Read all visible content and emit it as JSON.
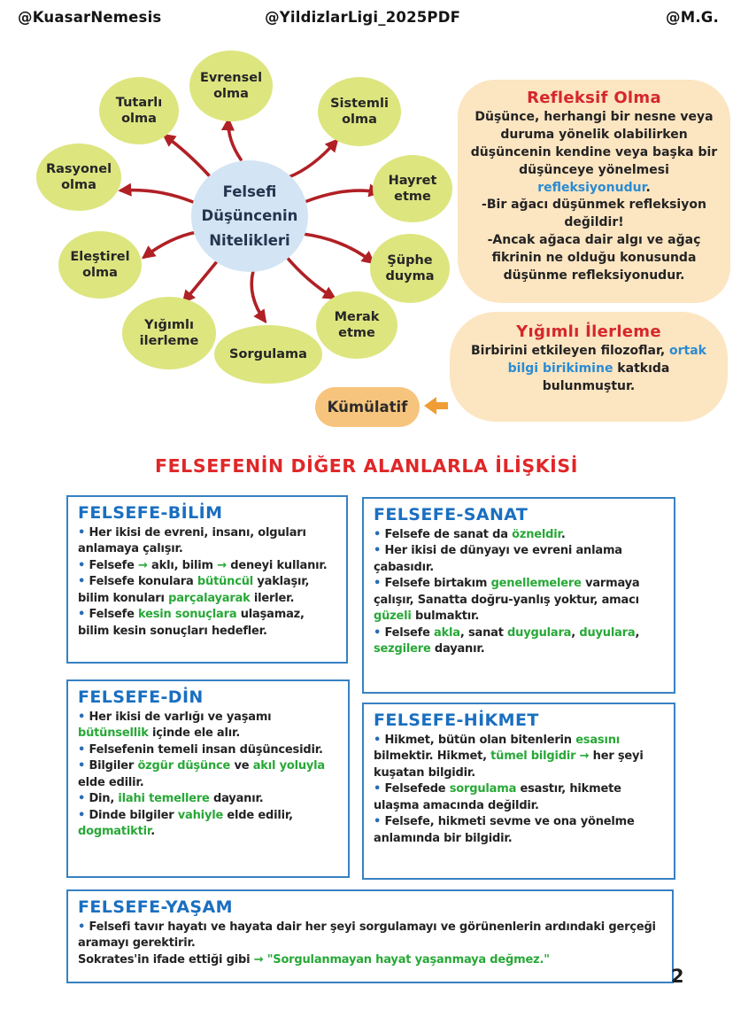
{
  "header": {
    "left": "@KuasarNemesis",
    "center": "@YildizlarLigi_2025PDF",
    "right": "@M.G."
  },
  "mindmap": {
    "center": "Felsefi\nDüşüncenin\nNitelikleri",
    "nodes": [
      "Tutarlı olma",
      "Evrensel olma",
      "Sistemli olma",
      "Rasyonel olma",
      "Hayret etme",
      "Eleştirel olma",
      "Şüphe duyma",
      "Yığımlı ilerleme",
      "Sorgulama",
      "Merak etme"
    ]
  },
  "callouts": [
    {
      "title": "Refleksif Olma",
      "body": [
        [
          {
            "t": "Düşünce, herhangi bir nesne veya duruma yönelik olabilirken düşüncenin kendine veya başka bir düşünceye yönelmesi "
          },
          {
            "t": "refleksiyonudur",
            "c": "b"
          },
          {
            "t": "."
          }
        ],
        [
          {
            "t": "-Bir ağacı düşünmek refleksiyon değildir!"
          }
        ],
        [
          {
            "t": "-Ancak ağaca dair algı ve ağaç fikrinin ne olduğu konusunda düşünme refleksiyonudur."
          }
        ]
      ]
    },
    {
      "title": "Yığımlı İlerleme",
      "body": [
        [
          {
            "t": "Birbirini etkileyen filozoflar, "
          },
          {
            "t": "ortak bilgi birikimine",
            "c": "b"
          },
          {
            "t": " katkıda bulunmuştur."
          }
        ]
      ]
    }
  ],
  "kumulatif_label": "Kümülatif",
  "section_title": "FELSEFENİN DİĞER ALANLARLA İLİŞKİSİ",
  "sections": [
    {
      "title": "FELSEFE-BİLİM",
      "bullets": [
        {
          "bullet": true,
          "segments": [
            {
              "t": "Her ikisi de evreni, insanı, olguları anlamaya çalışır."
            }
          ]
        },
        {
          "bullet": true,
          "segments": [
            {
              "t": "Felsefe "
            },
            {
              "t": "→",
              "c": "g"
            },
            {
              "t": " aklı, bilim "
            },
            {
              "t": "→",
              "c": "g"
            },
            {
              "t": " deneyi kullanır."
            }
          ]
        },
        {
          "bullet": true,
          "segments": [
            {
              "t": "Felsefe konulara "
            },
            {
              "t": "bütüncül",
              "c": "g"
            },
            {
              "t": " yaklaşır, bilim konuları "
            },
            {
              "t": "parçalayarak",
              "c": "g"
            },
            {
              "t": " ilerler."
            }
          ]
        },
        {
          "bullet": true,
          "segments": [
            {
              "t": "Felsefe "
            },
            {
              "t": "kesin sonuçlara",
              "c": "g"
            },
            {
              "t": " ulaşamaz, bilim kesin sonuçları hedefler."
            }
          ]
        }
      ]
    },
    {
      "title": "FELSEFE-SANAT",
      "bullets": [
        {
          "bullet": true,
          "segments": [
            {
              "t": "Felsefe de sanat da "
            },
            {
              "t": "özneldir",
              "c": "g"
            },
            {
              "t": "."
            }
          ]
        },
        {
          "bullet": true,
          "segments": [
            {
              "t": "Her ikisi de dünyayı ve evreni anlama çabasıdır."
            }
          ]
        },
        {
          "bullet": true,
          "segments": [
            {
              "t": "Felsefe birtakım "
            },
            {
              "t": "genellemelere",
              "c": "g"
            },
            {
              "t": " varmaya çalışır, Sanatta doğru-yanlış yoktur, amacı "
            },
            {
              "t": "güzeli",
              "c": "g"
            },
            {
              "t": " bulmaktır."
            }
          ]
        },
        {
          "bullet": true,
          "segments": [
            {
              "t": "Felsefe "
            },
            {
              "t": "akla",
              "c": "g"
            },
            {
              "t": ", sanat "
            },
            {
              "t": "duygulara",
              "c": "g"
            },
            {
              "t": ", "
            },
            {
              "t": "duyulara",
              "c": "g"
            },
            {
              "t": ", "
            },
            {
              "t": "sezgilere",
              "c": "g"
            },
            {
              "t": " dayanır."
            }
          ]
        }
      ]
    },
    {
      "title": "FELSEFE-DİN",
      "bullets": [
        {
          "bullet": true,
          "segments": [
            {
              "t": "Her ikisi de varlığı ve yaşamı "
            },
            {
              "t": "bütünsellik",
              "c": "g"
            },
            {
              "t": " içinde ele alır."
            }
          ]
        },
        {
          "bullet": true,
          "segments": [
            {
              "t": "Felsefenin temeli insan düşüncesidir."
            }
          ]
        },
        {
          "bullet": true,
          "segments": [
            {
              "t": "Bilgiler "
            },
            {
              "t": "özgür düşünce",
              "c": "g"
            },
            {
              "t": " ve "
            },
            {
              "t": "akıl yoluyla",
              "c": "g"
            },
            {
              "t": " elde edilir."
            }
          ]
        },
        {
          "bullet": true,
          "segments": [
            {
              "t": "Din, "
            },
            {
              "t": "ilahi temellere",
              "c": "g"
            },
            {
              "t": " dayanır."
            }
          ]
        },
        {
          "bullet": true,
          "segments": [
            {
              "t": "Dinde bilgiler "
            },
            {
              "t": "vahiyle",
              "c": "g"
            },
            {
              "t": " elde edilir, "
            },
            {
              "t": "dogmatiktir",
              "c": "g"
            },
            {
              "t": "."
            }
          ]
        }
      ]
    },
    {
      "title": "FELSEFE-HİKMET",
      "bullets": [
        {
          "bullet": true,
          "segments": [
            {
              "t": "Hikmet, bütün olan bitenlerin "
            },
            {
              "t": "esasını",
              "c": "g"
            },
            {
              "t": " bilmektir. Hikmet, "
            },
            {
              "t": "tümel bilgidir",
              "c": "g"
            },
            {
              "t": " "
            },
            {
              "t": "→",
              "c": "g"
            },
            {
              "t": " her şeyi kuşatan bilgidir."
            }
          ]
        },
        {
          "bullet": true,
          "segments": [
            {
              "t": "Felsefede "
            },
            {
              "t": "sorgulama",
              "c": "g"
            },
            {
              "t": " esastır, hikmete ulaşma amacında değildir."
            }
          ]
        },
        {
          "bullet": true,
          "segments": [
            {
              "t": "Felsefe, hikmeti sevme ve ona yönelme anlamında bir bilgidir."
            }
          ]
        }
      ]
    },
    {
      "title": "FELSEFE-YAŞAM",
      "bullets": [
        {
          "bullet": true,
          "segments": [
            {
              "t": "Felsefi tavır hayatı ve hayata dair her şeyi sorgulamayı ve görünenlerin ardındaki gerçeği aramayı gerektirir."
            }
          ]
        },
        {
          "bullet": false,
          "segments": [
            {
              "t": "Sokrates'in ifade ettiği gibi "
            },
            {
              "t": "→",
              "c": "g"
            },
            {
              "t": " "
            },
            {
              "t": "\"Sorgulanmayan hayat yaşanmaya değmez.\"",
              "c": "g"
            }
          ]
        }
      ]
    }
  ],
  "page_number": "2",
  "colors": {
    "bubble_fill": "#dde57f",
    "center_fill": "#d3e5f4",
    "arrow_red": "#b02025",
    "title_red": "#d5272b",
    "section_red": "#e02728",
    "callout_fill": "#fce5c1",
    "kumulatif_fill": "#f7c47d",
    "kumulatif_arrow": "#ef9d35",
    "box_border_blue": "#3781c2",
    "heading_blue": "#1a6fc0",
    "keyword_green": "#28a837",
    "keyword_blue": "#2a8bd2"
  }
}
